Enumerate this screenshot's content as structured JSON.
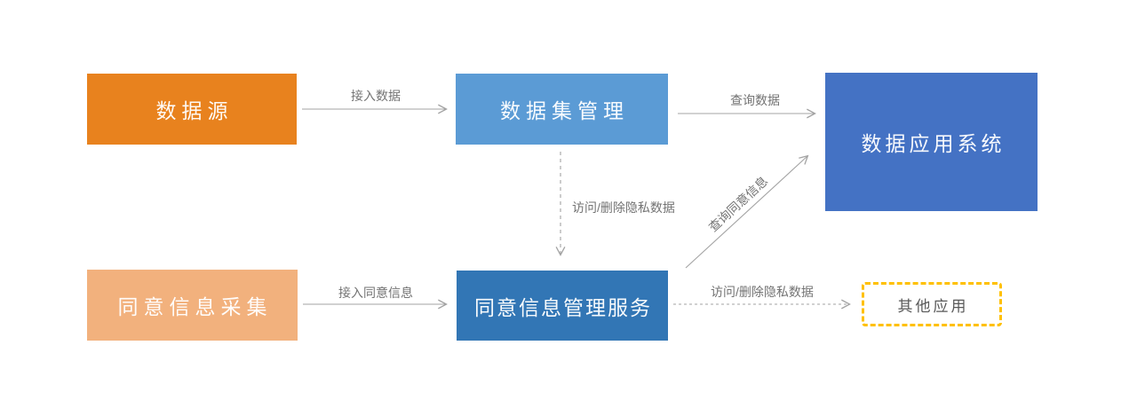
{
  "diagram": {
    "background_color": "#ffffff",
    "nodes": [
      {
        "id": "data-source",
        "label": "数据源",
        "fill": "#E8821E",
        "text_color": "#FBF7F2",
        "shape": "rect"
      },
      {
        "id": "dataset-management",
        "label": "数据集管理",
        "fill": "#5B9BD5",
        "text_color": "#FBF7F2",
        "shape": "rect"
      },
      {
        "id": "data-application-system",
        "label": "数据应用系统",
        "fill": "#4472C4",
        "text_color": "#FBF7F2",
        "shape": "rect"
      },
      {
        "id": "consent-info-collection",
        "label": "同意信息采集",
        "fill": "#F2B17D",
        "text_color": "#FBF7F2",
        "shape": "rect"
      },
      {
        "id": "consent-info-management-service",
        "label": "同意信息管理服务",
        "fill": "#3276B5",
        "text_color": "#FBF7F2",
        "shape": "rect"
      },
      {
        "id": "other-applications",
        "label": "其他应用",
        "fill": "#FFFFFF",
        "border_color": "#FFC000",
        "border_style": "dashed",
        "text_color": "#595959",
        "shape": "dashed-rect"
      }
    ],
    "edges": [
      {
        "from": "data-source",
        "to": "dataset-management",
        "label": "接入数据",
        "line_style": "solid",
        "direction": "right"
      },
      {
        "from": "dataset-management",
        "to": "data-application-system",
        "label": "查询数据",
        "line_style": "solid",
        "direction": "right"
      },
      {
        "from": "dataset-management",
        "to": "consent-info-management-service",
        "label": "访问/删除隐私数据",
        "line_style": "dashed",
        "direction": "down"
      },
      {
        "from": "consent-info-management-service",
        "to": "data-application-system",
        "label": "查询同意信息",
        "line_style": "solid",
        "direction": "up-right"
      },
      {
        "from": "consent-info-collection",
        "to": "consent-info-management-service",
        "label": "接入同意信息",
        "line_style": "solid",
        "direction": "right"
      },
      {
        "from": "consent-info-management-service",
        "to": "other-applications",
        "label": "访问/删除隐私数据",
        "line_style": "dashed",
        "direction": "right"
      }
    ],
    "colors": {
      "arrow_line": "#A3A3A3",
      "edge_label_text": "#737373"
    }
  }
}
